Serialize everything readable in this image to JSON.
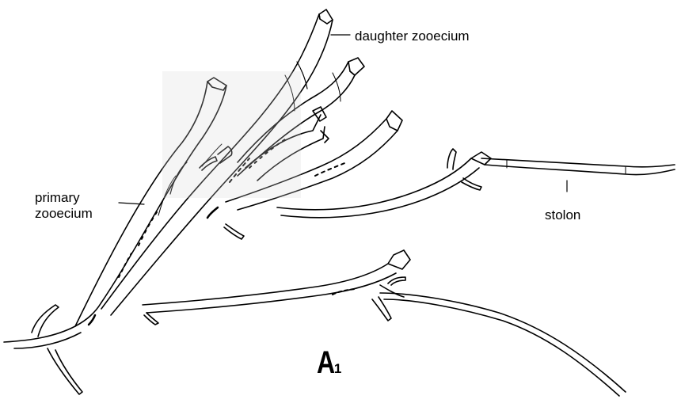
{
  "labels": {
    "daughter": "daughter zooecium",
    "primary_line1": "primary",
    "primary_line2": "zooecium",
    "stolon": "stolon"
  },
  "panel": {
    "letter": "A",
    "index": "1"
  },
  "colors": {
    "ink": "#000000",
    "background": "#ffffff",
    "shade": "#d8d8d8"
  }
}
